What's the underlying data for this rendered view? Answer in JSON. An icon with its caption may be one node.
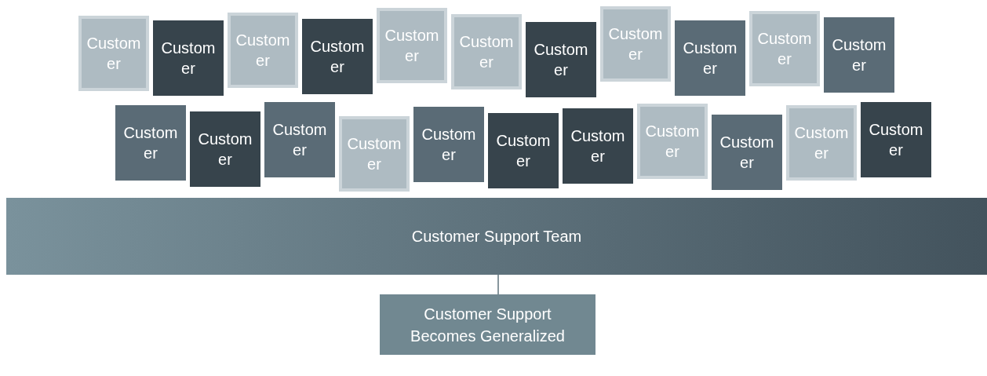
{
  "diagram": {
    "nodes": [
      {
        "text": [
          "Customer"
        ]
      },
      {
        "text": [
          "Customer"
        ]
      },
      {
        "text": [
          "Customer"
        ]
      },
      {
        "text": [
          "Customer"
        ]
      },
      {
        "text": [
          "Customer"
        ]
      },
      {
        "text": [
          "Customer"
        ]
      },
      {
        "text": [
          "Customer"
        ]
      },
      {
        "text": [
          "Customer"
        ]
      },
      {
        "text": [
          "Customer"
        ]
      },
      {
        "text": [
          "Customer"
        ]
      },
      {
        "text": [
          "Customer"
        ]
      },
      {
        "text": [
          "Customer"
        ]
      },
      {
        "text": [
          "Customer"
        ]
      },
      {
        "text": [
          "Customer"
        ]
      },
      {
        "text": [
          "Customer"
        ]
      },
      {
        "text": [
          "Customer"
        ]
      },
      {
        "text": [
          "Customer"
        ]
      },
      {
        "text": [
          "Customer"
        ]
      },
      {
        "text": [
          "Customer"
        ]
      },
      {
        "text": [
          "Customer"
        ]
      },
      {
        "text": [
          "Customer"
        ]
      },
      {
        "text": [
          "Customer"
        ]
      },
      {
        "text": [
          "Customer Support Team"
        ]
      },
      {
        "text": [
          "Customer Support Becomes Generalized"
        ]
      }
    ],
    "edges": [
      {
        "from": 22,
        "to": 23,
        "arrow": "none"
      }
    ]
  }
}
